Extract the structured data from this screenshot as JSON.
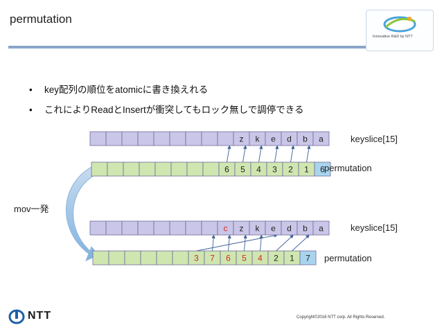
{
  "title": "permutation",
  "logo": {
    "text": "Innovative R&D by NTT"
  },
  "bullets": [
    "key配列の順位をatomicに書き換えれる",
    "これによりReadとInsertが衝突してもロック無しで調停できる"
  ],
  "diagram": {
    "side_label": "mov一発",
    "top": {
      "keyslice_label": "keyslice[15]",
      "permutation_label": "permutation",
      "keys": [
        "",
        "",
        "",
        "",
        "",
        "",
        "",
        "",
        "",
        "z",
        "k",
        "e",
        "d",
        "b",
        "a"
      ],
      "perm": [
        "",
        "",
        "",
        "",
        "",
        "",
        "",
        "",
        "6",
        "5",
        "4",
        "3",
        "2",
        "1",
        "6"
      ]
    },
    "bottom": {
      "keyslice_label": "keyslice[15]",
      "permutation_label": "permutation",
      "keys": [
        "",
        "",
        "",
        "",
        "",
        "",
        "",
        "",
        "c",
        "z",
        "k",
        "e",
        "d",
        "b",
        "a"
      ],
      "perm": [
        "",
        "",
        "",
        "",
        "",
        "",
        "3",
        "7",
        "6",
        "5",
        "4",
        "2",
        "1",
        "7"
      ],
      "highlight_keys": [
        8
      ],
      "highlight_perm": [
        6,
        7,
        8,
        9,
        10
      ]
    },
    "colors": {
      "key_fill": "#c9c6e8",
      "perm_fill": "#cfe6b0",
      "perm_count_fill": "#a9d4ee",
      "arrow": "#3f5f9a",
      "highlight": "#d22a1e"
    }
  },
  "footer": {
    "logo_text": "NTT",
    "copyright": "Copyright©2016  NTT corp. All Rights Reserved."
  }
}
